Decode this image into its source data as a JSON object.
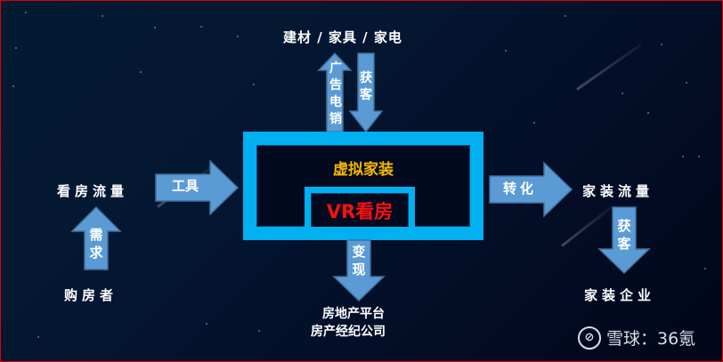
{
  "diagram": {
    "center": {
      "outer_label": "虚拟家装",
      "inner_label": "VR看房"
    },
    "top": {
      "node": "建材 / 家具 / 家电",
      "up_arrow": "广告电销",
      "down_arrow": "获客"
    },
    "left": {
      "node_top": "看房流量",
      "node_bottom": "购房者",
      "up_arrow": "需求",
      "right_arrow": "工具"
    },
    "right": {
      "right_arrow": "转化",
      "node_top": "家装流量",
      "down_arrow": "获客",
      "node_bottom": "家装企业"
    },
    "bottom": {
      "down_arrow": "变现",
      "node_line1": "房地产平台",
      "node_line2": "房产经纪公司"
    }
  },
  "watermark": {
    "logo": "xueqiu-logo-icon",
    "text": "雪球：36氪"
  },
  "colors": {
    "frame": "#00b0f0",
    "arrow_fill": "#5b9bd5",
    "arrow_stroke": "#41719c",
    "vr_text": "#ff1010",
    "outer_label": "#f5b800",
    "background": "#031a33",
    "border": "#e00000"
  }
}
